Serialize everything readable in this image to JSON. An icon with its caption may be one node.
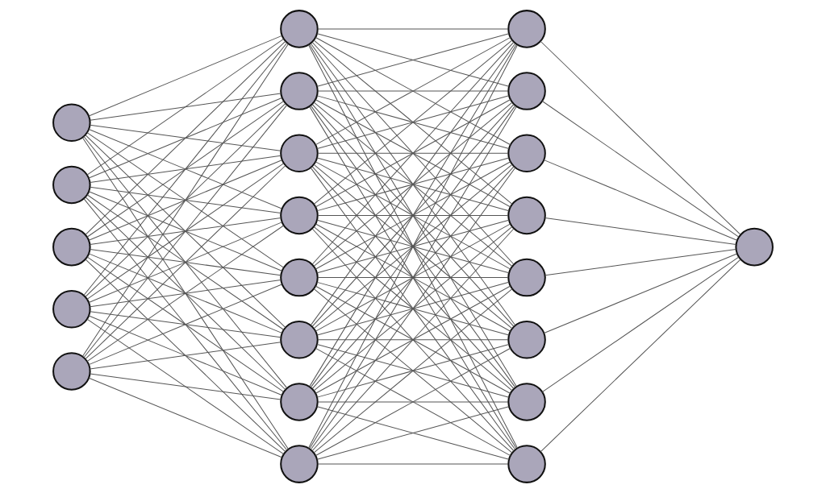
{
  "diagram": {
    "nodes": [
      {
        "text": [],
        "shape": "circle"
      },
      {
        "text": [],
        "shape": "circle"
      },
      {
        "text": [],
        "shape": "circle"
      },
      {
        "text": [],
        "shape": "circle"
      },
      {
        "text": [],
        "shape": "circle"
      },
      {
        "text": [],
        "shape": "circle"
      },
      {
        "text": [],
        "shape": "circle"
      },
      {
        "text": [],
        "shape": "circle"
      },
      {
        "text": [],
        "shape": "circle"
      },
      {
        "text": [],
        "shape": "circle"
      },
      {
        "text": [],
        "shape": "circle"
      },
      {
        "text": [],
        "shape": "circle"
      },
      {
        "text": [],
        "shape": "circle"
      },
      {
        "text": [],
        "shape": "circle"
      },
      {
        "text": [],
        "shape": "circle"
      },
      {
        "text": [],
        "shape": "circle"
      },
      {
        "text": [],
        "shape": "circle"
      },
      {
        "text": [],
        "shape": "circle"
      },
      {
        "text": [],
        "shape": "circle"
      },
      {
        "text": [],
        "shape": "circle"
      },
      {
        "text": [],
        "shape": "circle"
      },
      {
        "text": [],
        "shape": "circle"
      }
    ],
    "edges": [
      {
        "from": 0,
        "to": 5,
        "arrow": "none"
      },
      {
        "from": 0,
        "to": 6,
        "arrow": "none"
      },
      {
        "from": 0,
        "to": 7,
        "arrow": "none"
      },
      {
        "from": 0,
        "to": 8,
        "arrow": "none"
      },
      {
        "from": 0,
        "to": 9,
        "arrow": "none"
      },
      {
        "from": 0,
        "to": 10,
        "arrow": "none"
      },
      {
        "from": 0,
        "to": 11,
        "arrow": "none"
      },
      {
        "from": 0,
        "to": 12,
        "arrow": "none"
      },
      {
        "from": 1,
        "to": 5,
        "arrow": "none"
      },
      {
        "from": 1,
        "to": 6,
        "arrow": "none"
      },
      {
        "from": 1,
        "to": 7,
        "arrow": "none"
      },
      {
        "from": 1,
        "to": 8,
        "arrow": "none"
      },
      {
        "from": 1,
        "to": 9,
        "arrow": "none"
      },
      {
        "from": 1,
        "to": 10,
        "arrow": "none"
      },
      {
        "from": 1,
        "to": 11,
        "arrow": "none"
      },
      {
        "from": 1,
        "to": 12,
        "arrow": "none"
      },
      {
        "from": 2,
        "to": 5,
        "arrow": "none"
      },
      {
        "from": 2,
        "to": 6,
        "arrow": "none"
      },
      {
        "from": 2,
        "to": 7,
        "arrow": "none"
      },
      {
        "from": 2,
        "to": 8,
        "arrow": "none"
      },
      {
        "from": 2,
        "to": 9,
        "arrow": "none"
      },
      {
        "from": 2,
        "to": 10,
        "arrow": "none"
      },
      {
        "from": 2,
        "to": 11,
        "arrow": "none"
      },
      {
        "from": 2,
        "to": 12,
        "arrow": "none"
      },
      {
        "from": 3,
        "to": 5,
        "arrow": "none"
      },
      {
        "from": 3,
        "to": 6,
        "arrow": "none"
      },
      {
        "from": 3,
        "to": 7,
        "arrow": "none"
      },
      {
        "from": 3,
        "to": 8,
        "arrow": "none"
      },
      {
        "from": 3,
        "to": 9,
        "arrow": "none"
      },
      {
        "from": 3,
        "to": 10,
        "arrow": "none"
      },
      {
        "from": 3,
        "to": 11,
        "arrow": "none"
      },
      {
        "from": 3,
        "to": 12,
        "arrow": "none"
      },
      {
        "from": 4,
        "to": 5,
        "arrow": "none"
      },
      {
        "from": 4,
        "to": 6,
        "arrow": "none"
      },
      {
        "from": 4,
        "to": 7,
        "arrow": "none"
      },
      {
        "from": 4,
        "to": 8,
        "arrow": "none"
      },
      {
        "from": 4,
        "to": 9,
        "arrow": "none"
      },
      {
        "from": 4,
        "to": 10,
        "arrow": "none"
      },
      {
        "from": 4,
        "to": 11,
        "arrow": "none"
      },
      {
        "from": 4,
        "to": 12,
        "arrow": "none"
      },
      {
        "from": 5,
        "to": 13,
        "arrow": "none"
      },
      {
        "from": 5,
        "to": 14,
        "arrow": "none"
      },
      {
        "from": 5,
        "to": 15,
        "arrow": "none"
      },
      {
        "from": 5,
        "to": 16,
        "arrow": "none"
      },
      {
        "from": 5,
        "to": 17,
        "arrow": "none"
      },
      {
        "from": 5,
        "to": 18,
        "arrow": "none"
      },
      {
        "from": 5,
        "to": 19,
        "arrow": "none"
      },
      {
        "from": 5,
        "to": 20,
        "arrow": "none"
      },
      {
        "from": 6,
        "to": 13,
        "arrow": "none"
      },
      {
        "from": 6,
        "to": 14,
        "arrow": "none"
      },
      {
        "from": 6,
        "to": 15,
        "arrow": "none"
      },
      {
        "from": 6,
        "to": 16,
        "arrow": "none"
      },
      {
        "from": 6,
        "to": 17,
        "arrow": "none"
      },
      {
        "from": 6,
        "to": 18,
        "arrow": "none"
      },
      {
        "from": 6,
        "to": 19,
        "arrow": "none"
      },
      {
        "from": 6,
        "to": 20,
        "arrow": "none"
      },
      {
        "from": 7,
        "to": 13,
        "arrow": "none"
      },
      {
        "from": 7,
        "to": 14,
        "arrow": "none"
      },
      {
        "from": 7,
        "to": 15,
        "arrow": "none"
      },
      {
        "from": 7,
        "to": 16,
        "arrow": "none"
      },
      {
        "from": 7,
        "to": 17,
        "arrow": "none"
      },
      {
        "from": 7,
        "to": 18,
        "arrow": "none"
      },
      {
        "from": 7,
        "to": 19,
        "arrow": "none"
      },
      {
        "from": 7,
        "to": 20,
        "arrow": "none"
      },
      {
        "from": 8,
        "to": 13,
        "arrow": "none"
      },
      {
        "from": 8,
        "to": 14,
        "arrow": "none"
      },
      {
        "from": 8,
        "to": 15,
        "arrow": "none"
      },
      {
        "from": 8,
        "to": 16,
        "arrow": "none"
      },
      {
        "from": 8,
        "to": 17,
        "arrow": "none"
      },
      {
        "from": 8,
        "to": 18,
        "arrow": "none"
      },
      {
        "from": 8,
        "to": 19,
        "arrow": "none"
      },
      {
        "from": 8,
        "to": 20,
        "arrow": "none"
      },
      {
        "from": 9,
        "to": 13,
        "arrow": "none"
      },
      {
        "from": 9,
        "to": 14,
        "arrow": "none"
      },
      {
        "from": 9,
        "to": 15,
        "arrow": "none"
      },
      {
        "from": 9,
        "to": 16,
        "arrow": "none"
      },
      {
        "from": 9,
        "to": 17,
        "arrow": "none"
      },
      {
        "from": 9,
        "to": 18,
        "arrow": "none"
      },
      {
        "from": 9,
        "to": 19,
        "arrow": "none"
      },
      {
        "from": 9,
        "to": 20,
        "arrow": "none"
      },
      {
        "from": 10,
        "to": 13,
        "arrow": "none"
      },
      {
        "from": 10,
        "to": 14,
        "arrow": "none"
      },
      {
        "from": 10,
        "to": 15,
        "arrow": "none"
      },
      {
        "from": 10,
        "to": 16,
        "arrow": "none"
      },
      {
        "from": 10,
        "to": 17,
        "arrow": "none"
      },
      {
        "from": 10,
        "to": 18,
        "arrow": "none"
      },
      {
        "from": 10,
        "to": 19,
        "arrow": "none"
      },
      {
        "from": 10,
        "to": 20,
        "arrow": "none"
      },
      {
        "from": 11,
        "to": 13,
        "arrow": "none"
      },
      {
        "from": 11,
        "to": 14,
        "arrow": "none"
      },
      {
        "from": 11,
        "to": 15,
        "arrow": "none"
      },
      {
        "from": 11,
        "to": 16,
        "arrow": "none"
      },
      {
        "from": 11,
        "to": 17,
        "arrow": "none"
      },
      {
        "from": 11,
        "to": 18,
        "arrow": "none"
      },
      {
        "from": 11,
        "to": 19,
        "arrow": "none"
      },
      {
        "from": 11,
        "to": 20,
        "arrow": "none"
      },
      {
        "from": 12,
        "to": 13,
        "arrow": "none"
      },
      {
        "from": 12,
        "to": 14,
        "arrow": "none"
      },
      {
        "from": 12,
        "to": 15,
        "arrow": "none"
      },
      {
        "from": 12,
        "to": 16,
        "arrow": "none"
      },
      {
        "from": 12,
        "to": 17,
        "arrow": "none"
      },
      {
        "from": 12,
        "to": 18,
        "arrow": "none"
      },
      {
        "from": 12,
        "to": 19,
        "arrow": "none"
      },
      {
        "from": 12,
        "to": 20,
        "arrow": "none"
      },
      {
        "from": 13,
        "to": 21,
        "arrow": "none"
      },
      {
        "from": 14,
        "to": 21,
        "arrow": "none"
      },
      {
        "from": 15,
        "to": 21,
        "arrow": "none"
      },
      {
        "from": 16,
        "to": 21,
        "arrow": "none"
      },
      {
        "from": 17,
        "to": 21,
        "arrow": "none"
      },
      {
        "from": 18,
        "to": 21,
        "arrow": "none"
      },
      {
        "from": 19,
        "to": 21,
        "arrow": "none"
      },
      {
        "from": 20,
        "to": 21,
        "arrow": "none"
      }
    ]
  }
}
